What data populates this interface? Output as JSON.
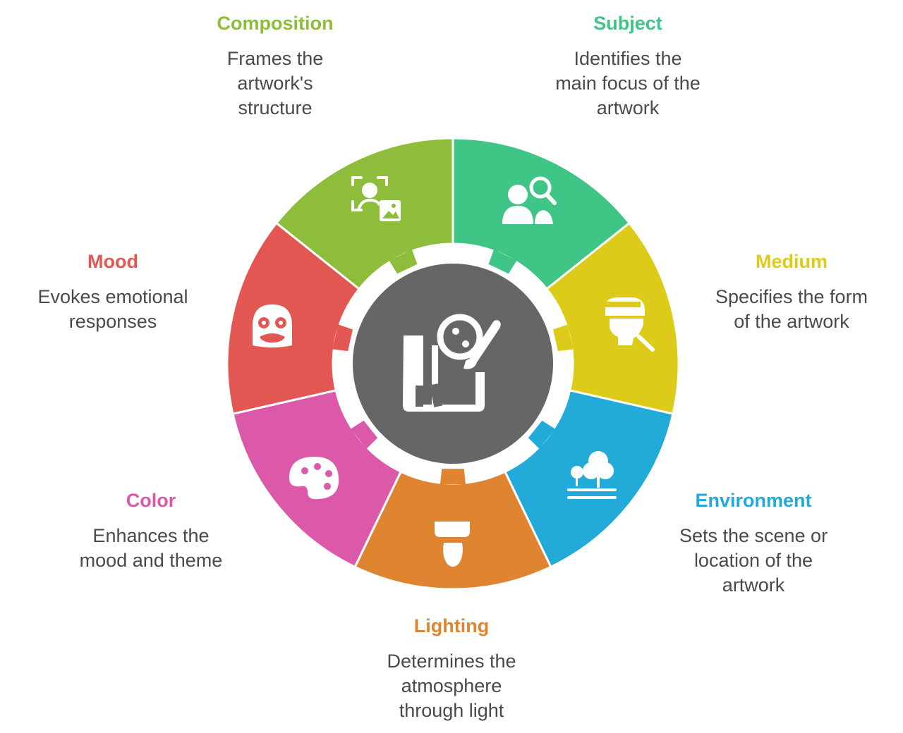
{
  "segments": [
    {
      "key": "subject",
      "title": "Subject",
      "color": "#3fc586",
      "icon": "person-search-icon",
      "desc": [
        "Identifies the",
        "main focus of the",
        "artwork"
      ]
    },
    {
      "key": "medium",
      "title": "Medium",
      "color": "#dccb18",
      "icon": "head-brush-icon",
      "desc": [
        "Specifies the form",
        "of the artwork"
      ]
    },
    {
      "key": "environment",
      "title": "Environment",
      "color": "#22aad8",
      "icon": "trees-landscape-icon",
      "desc": [
        "Sets the scene or",
        "location of the",
        "artwork"
      ]
    },
    {
      "key": "lighting",
      "title": "Lighting",
      "color": "#df8430",
      "icon": "lamp-icon",
      "desc": [
        "Determines the",
        "atmosphere",
        "through light"
      ]
    },
    {
      "key": "color",
      "title": "Color",
      "color": "#dc59aa",
      "icon": "palette-icon",
      "desc": [
        "Enhances the",
        "mood and theme"
      ]
    },
    {
      "key": "mood",
      "title": "Mood",
      "color": "#e35753",
      "icon": "mask-face-icon",
      "desc": [
        "Evokes emotional",
        "responses"
      ]
    },
    {
      "key": "composition",
      "title": "Composition",
      "color": "#8dbd3b",
      "icon": "frame-image-icon",
      "desc": [
        "Frames the",
        "artwork's",
        "structure"
      ]
    }
  ],
  "center": {
    "color": "#666666",
    "icon": "art-tools-icon"
  }
}
